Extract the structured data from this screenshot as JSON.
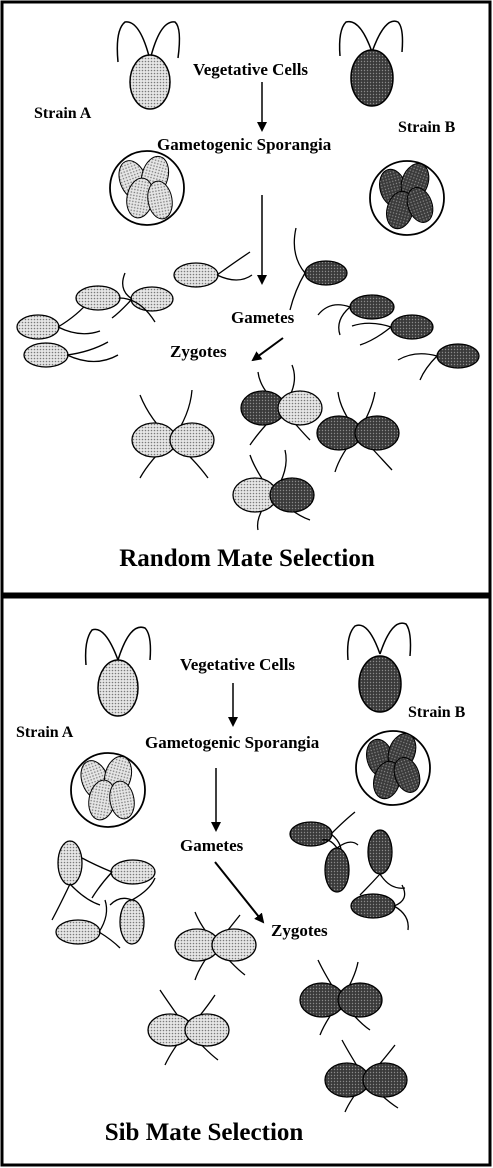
{
  "colors": {
    "strain_a_fill": "#cfcfcf",
    "strain_b_fill": "#4a4a4a",
    "stroke": "#000000",
    "background": "#ffffff"
  },
  "panels": [
    {
      "title": "Random Mate Selection",
      "labels": {
        "vegetative_cells": "Vegetative Cells",
        "gametogenic_sporangia": "Gametogenic Sporangia",
        "gametes": "Gametes",
        "zygotes": "Zygotes",
        "strain_a": "Strain A",
        "strain_b": "Strain B"
      }
    },
    {
      "title": "Sib Mate Selection",
      "labels": {
        "vegetative_cells": "Vegetative Cells",
        "gametogenic_sporangia": "Gametogenic Sporangia",
        "gametes": "Gametes",
        "zygotes": "Zygotes",
        "strain_a": "Strain A",
        "strain_b": "Strain B"
      }
    }
  ]
}
